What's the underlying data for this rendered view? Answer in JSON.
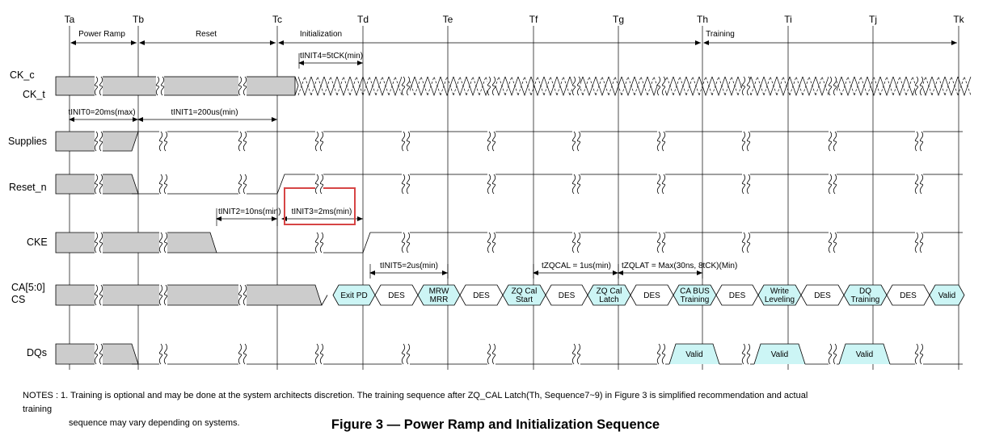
{
  "time_markers": [
    "Ta",
    "Tb",
    "Tc",
    "Td",
    "Te",
    "Tf",
    "Tg",
    "Th",
    "Ti",
    "Tj",
    "Tk"
  ],
  "phases": [
    {
      "label": "Power Ramp"
    },
    {
      "label": "Reset"
    },
    {
      "label": "Initialization"
    },
    {
      "label": "Training"
    }
  ],
  "signals": {
    "ck_c": "CK_c",
    "ck_t": "CK_t",
    "supplies": "Supplies",
    "reset_n": "Reset_n",
    "cke": "CKE",
    "ca_line1": "CA[5:0]",
    "ca_line2": "CS",
    "dqs": "DQs"
  },
  "timings": {
    "tinit0": "tINIT0=20ms(max)",
    "tinit1": "tINIT1=200us(min)",
    "tinit2": "tINIT2=10ns(min)",
    "tinit3": "tINIT3=2ms(min)",
    "tinit4": "tINIT4=5tCK(min)",
    "tinit5": "tINIT5=2us(min)",
    "tzqcal": "tZQCAL = 1us(min)",
    "tzqlat": "tZQLAT = Max(30ns, 8tCK)(Min)"
  },
  "ca_commands": [
    {
      "lines": [
        "Exit PD"
      ],
      "highlight": true
    },
    {
      "lines": [
        "DES"
      ],
      "highlight": false
    },
    {
      "lines": [
        "MRW",
        "MRR"
      ],
      "highlight": true
    },
    {
      "lines": [
        "DES"
      ],
      "highlight": false
    },
    {
      "lines": [
        "ZQ Cal",
        "Start"
      ],
      "highlight": true
    },
    {
      "lines": [
        "DES"
      ],
      "highlight": false
    },
    {
      "lines": [
        "ZQ Cal",
        "Latch"
      ],
      "highlight": true
    },
    {
      "lines": [
        "DES"
      ],
      "highlight": false
    },
    {
      "lines": [
        "CA BUS",
        "Training"
      ],
      "highlight": true
    },
    {
      "lines": [
        "DES"
      ],
      "highlight": false
    },
    {
      "lines": [
        "Write",
        "Leveling"
      ],
      "highlight": true
    },
    {
      "lines": [
        "DES"
      ],
      "highlight": false
    },
    {
      "lines": [
        "DQ",
        "Training"
      ],
      "highlight": true
    },
    {
      "lines": [
        "DES"
      ],
      "highlight": false
    },
    {
      "lines": [
        "Valid"
      ],
      "highlight": true
    }
  ],
  "dq_cells": [
    "Valid",
    "Valid",
    "Valid"
  ],
  "notes": {
    "line1": "NOTES : 1. Training is optional and may be done at the system architects discretion. The training sequence after ZQ_CAL Latch(Th, Sequence7~9) in Figure 3 is simplified recommendation and actual training",
    "line2": "sequence may vary depending on systems."
  },
  "caption": "Figure 3 — Power Ramp and Initialization Sequence",
  "colors": {
    "gray_fill": "#cccccc",
    "cyan_fill": "#ccf5f5",
    "highlight_box": "#d64545",
    "line": "#000000"
  }
}
